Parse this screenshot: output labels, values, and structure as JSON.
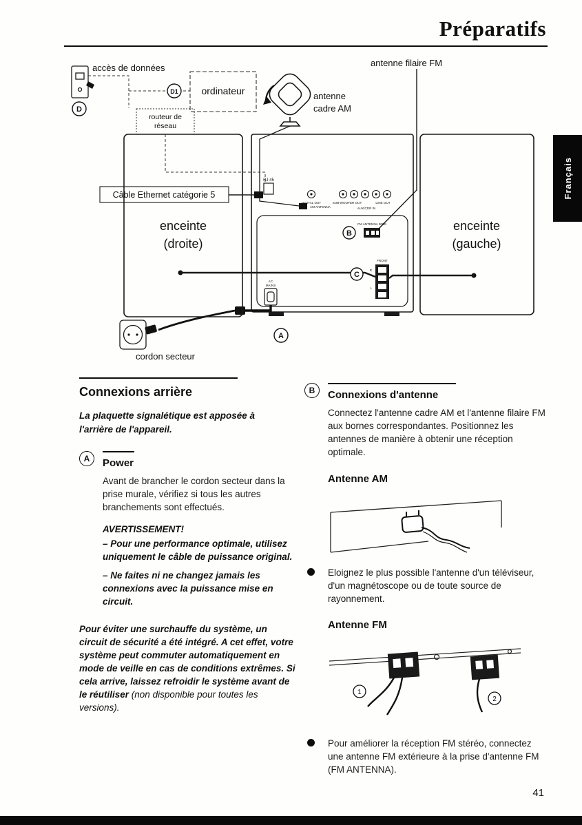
{
  "page": {
    "title": "Préparatifs",
    "page_number": "41",
    "language_tab": "Français"
  },
  "diagram": {
    "access_label": "accès de données",
    "computer_label": "ordinateur",
    "router_line1": "routeur de",
    "router_line2": "réseau",
    "fm_wire_label": "antenne filaire FM",
    "am_loop_line1": "antenne",
    "am_loop_line2": "cadre AM",
    "ethernet_label": "Câble Ethernet catégorie 5",
    "rj45_label": "RJ 45",
    "speaker_right_line1": "enceinte",
    "speaker_right_line2": "(droite)",
    "speaker_left_line1": "enceinte",
    "speaker_left_line2": "(gauche)",
    "power_cord_label": "cordon secteur",
    "connectors": {
      "digital_out": "DIGITAL OUT",
      "subwoofer_out": "SUB-WOOFER OUT",
      "aux_in": "AUX/CDR IN",
      "line_out": "LINE OUT",
      "am_antenna": "AM ANTENNA",
      "fm_antenna": "FM ANTENNA 300Ω",
      "front": "FRONT",
      "ac_line1": "AC",
      "ac_line2": "MAINS",
      "front_r": "R",
      "front_l": "L"
    },
    "callouts": {
      "a": "A",
      "b": "B",
      "c": "C",
      "d": "D",
      "d1": "D1"
    }
  },
  "left_column": {
    "heading": "Connexions arrière",
    "lead": "La plaquette signalétique est apposée à l'arrière de l'appareil.",
    "power": {
      "callout": "A",
      "heading": "Power",
      "body": "Avant de brancher le cordon secteur dans la prise murale, vérifiez si tous les autres branchements sont effectués.",
      "warning_title": "AVERTISSEMENT!",
      "warning_1": "– Pour une performance optimale, utilisez uniquement le câble de puissance original.",
      "warning_2": "– Ne faites ni ne changez jamais les connexions avec la puissance mise en circuit.",
      "overheat_bold": "Pour éviter une surchauffe du système, un circuit de sécurité a été intégré. A cet effet, votre système peut commuter automatiquement en mode de veille en cas de conditions extrêmes. Si cela arrive, laissez refroidir le système avant de le réutiliser ",
      "overheat_note": "(non disponible pour toutes les versions)."
    }
  },
  "right_column": {
    "antenna": {
      "callout": "B",
      "heading": "Connexions d'antenne",
      "body": "Connectez l'antenne cadre AM et l'antenne filaire FM aux bornes correspondantes. Positionnez les antennes de manière à obtenir une réception optimale.",
      "am_heading": "Antenne AM",
      "am_bullet": "Eloignez le plus possible l'antenne d'un téléviseur, d'un magnétoscope ou de toute source de rayonnement.",
      "fm_heading": "Antenne FM",
      "fm_bullet": "Pour améliorer la réception FM stéréo, connectez une antenne FM extérieure à la prise d'antenne FM (FM ANTENNA).",
      "fm_step_1": "1",
      "fm_step_2": "2"
    }
  }
}
